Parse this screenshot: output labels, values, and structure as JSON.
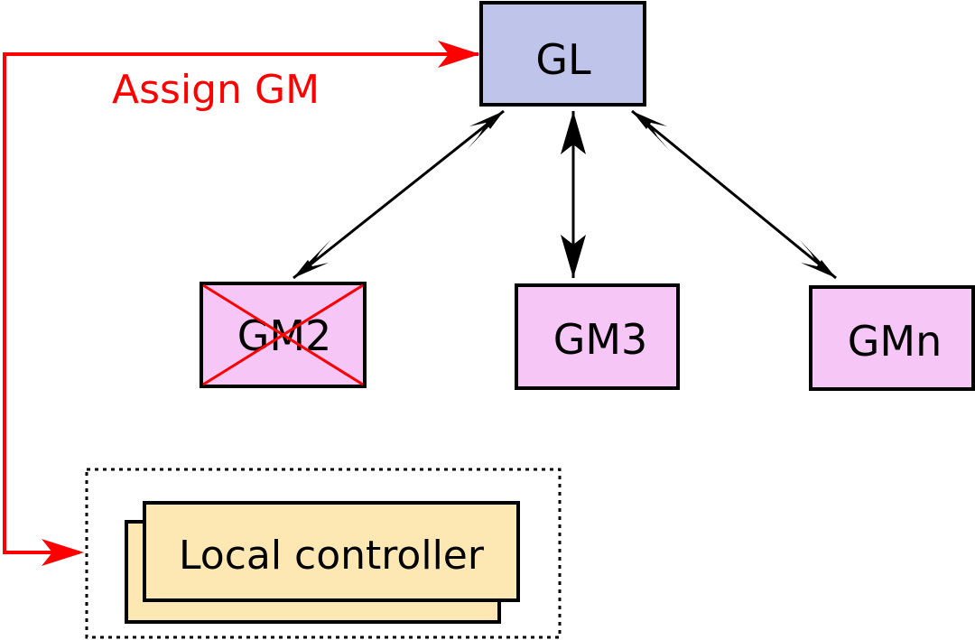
{
  "diagram": {
    "nodes": {
      "gl": {
        "label": "GL",
        "fill": "#bfc5ea"
      },
      "gm2": {
        "label": "GM2",
        "fill": "#f6c6f6",
        "crossed_out": true
      },
      "gm3": {
        "label": "GM3",
        "fill": "#f6c6f6"
      },
      "gmn": {
        "label": "GMn",
        "fill": "#f6c6f6"
      },
      "local_controller": {
        "label": "Local controller",
        "fill": "#fde8b4",
        "stacked": true
      }
    },
    "edges": [
      {
        "from": "gl",
        "to": "gm2",
        "style": "bidirectional"
      },
      {
        "from": "gl",
        "to": "gm3",
        "style": "bidirectional"
      },
      {
        "from": "gl",
        "to": "gmn",
        "style": "bidirectional"
      }
    ],
    "assign_link": {
      "label": "Assign GM",
      "color": "#ff0000",
      "from": "local_controller",
      "to": "gl"
    },
    "colors": {
      "stroke": "#000000",
      "cross": "#ff0000",
      "group_border": "#000000"
    }
  }
}
